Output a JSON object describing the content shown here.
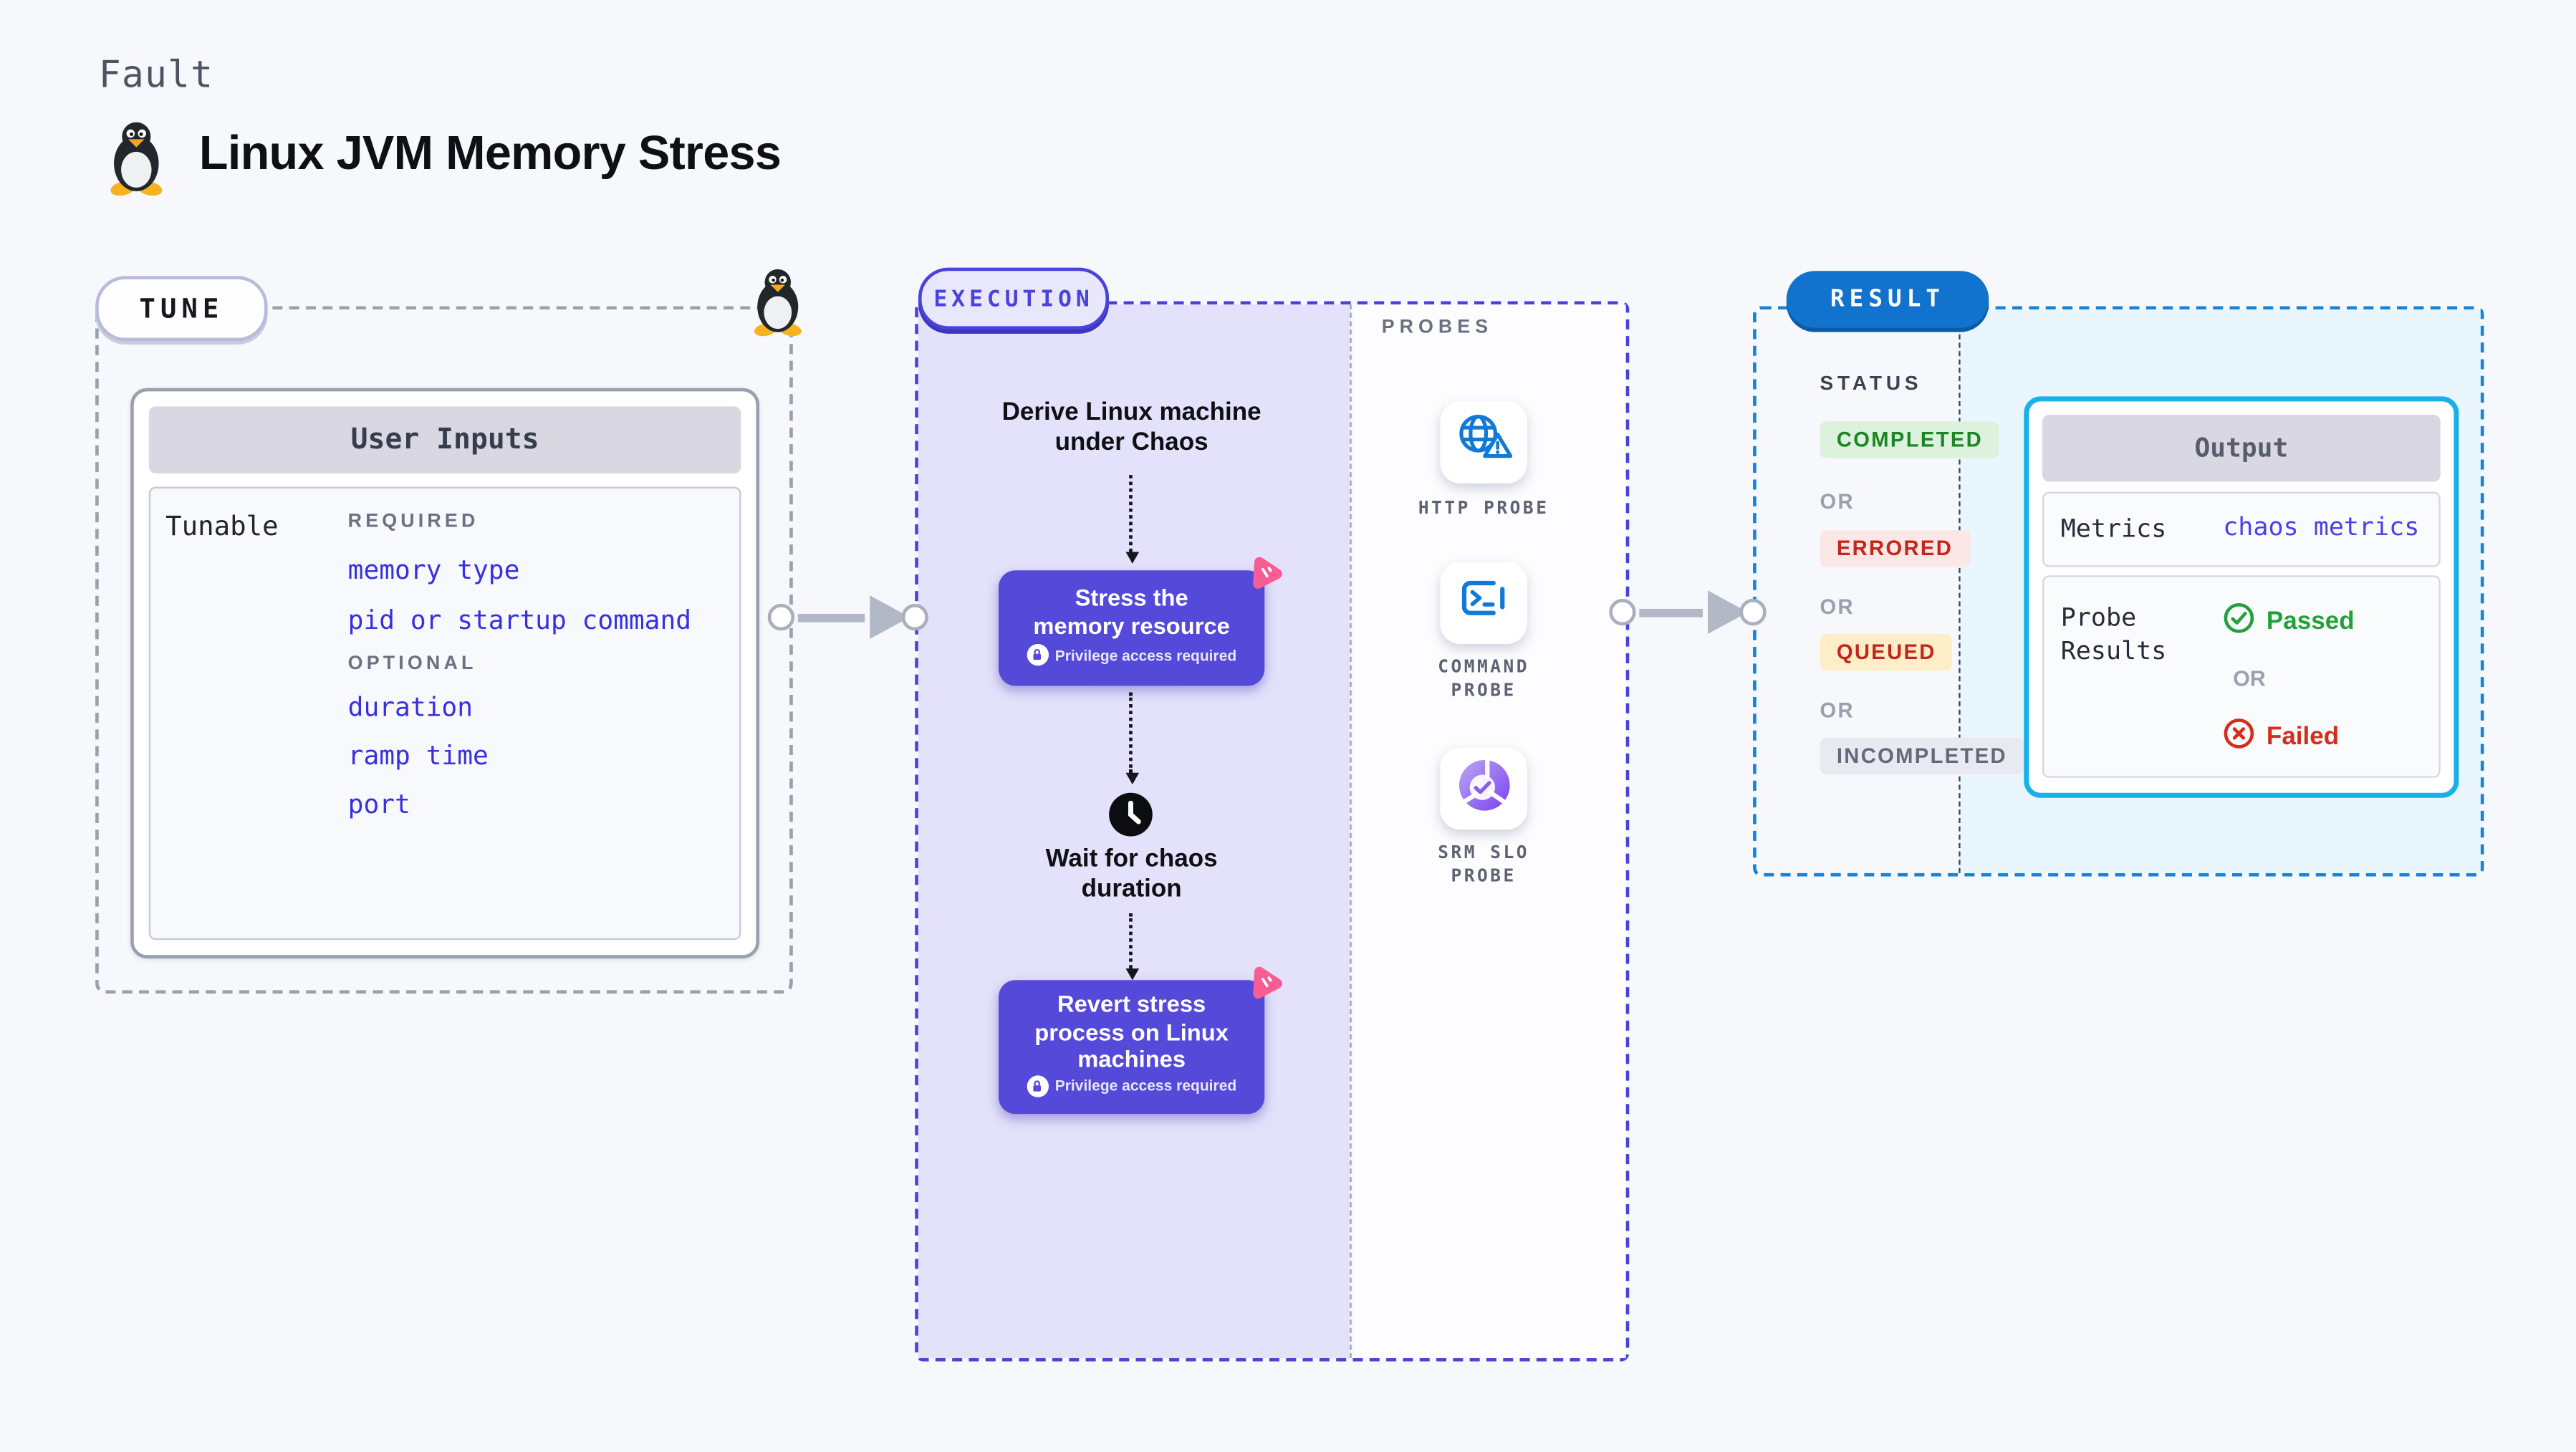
{
  "page": {
    "kicker": "Fault",
    "title": "Linux JVM Memory Stress"
  },
  "tune": {
    "label": "TUNE",
    "user_inputs": {
      "title": "User Inputs",
      "row_label": "Tunable",
      "required_heading": "REQUIRED",
      "required_items": [
        "memory type",
        "pid or startup command"
      ],
      "optional_heading": "OPTIONAL",
      "optional_items": [
        "duration",
        "ramp time",
        "port"
      ]
    }
  },
  "execution": {
    "label": "EXECUTION",
    "steps": {
      "derive": "Derive Linux machine\nunder Chaos",
      "stress": {
        "title": "Stress the\nmemory resource",
        "note": "Privilege access required",
        "icon": "chaos-badge-icon"
      },
      "wait": "Wait for chaos\nduration",
      "revert": {
        "title": "Revert stress\nprocess on Linux\nmachines",
        "note": "Privilege access required",
        "icon": "chaos-badge-icon"
      }
    }
  },
  "probes": {
    "label": "PROBES",
    "items": [
      {
        "name": "HTTP PROBE",
        "icon": "globe-alert-icon"
      },
      {
        "name": "COMMAND\nPROBE",
        "icon": "terminal-icon"
      },
      {
        "name": "SRM SLO\nPROBE",
        "icon": "slo-pie-icon"
      }
    ]
  },
  "result": {
    "label": "RESULT",
    "status": {
      "heading": "STATUS",
      "or_label": "OR",
      "statuses": [
        {
          "label": "COMPLETED",
          "tone": "green"
        },
        {
          "label": "ERRORED",
          "tone": "red"
        },
        {
          "label": "QUEUED",
          "tone": "amber"
        },
        {
          "label": "INCOMPLETED",
          "tone": "gray"
        }
      ]
    },
    "output": {
      "title": "Output",
      "metrics_label": "Metrics",
      "metrics_value": "chaos metrics",
      "probe_results_label": "Probe\nResults",
      "passed_label": "Passed",
      "or_label": "OR",
      "failed_label": "Failed",
      "passed_icon": "check-circle-icon",
      "failed_icon": "x-circle-icon"
    }
  },
  "colors": {
    "page_bg": "#f6f8fb",
    "step_purple": "#5549d9",
    "execution_indigo": "#4a43da",
    "lavender_fill": "#e4e2fa",
    "result_pill_blue": "#1173cd",
    "result_border_blue": "#1583da",
    "output_cyan_border": "#17b0e8",
    "output_cyan_fill": "#e9f6fd",
    "chaos_pink": "#f75c92",
    "param_blue": "#3730e0",
    "probe_icon_blue": "#1179d8",
    "passed_green": "#22a13a",
    "failed_red": "#d32d1d",
    "completed_bg": "#dcf2dc",
    "completed_text": "#1d8526",
    "errored_bg": "#fbe7e6",
    "errored_text": "#c3261b",
    "queued_bg": "#fdeec9",
    "queued_text": "#c3261b",
    "incompleted_bg": "#e9e9f2",
    "incompleted_text": "#626979"
  }
}
